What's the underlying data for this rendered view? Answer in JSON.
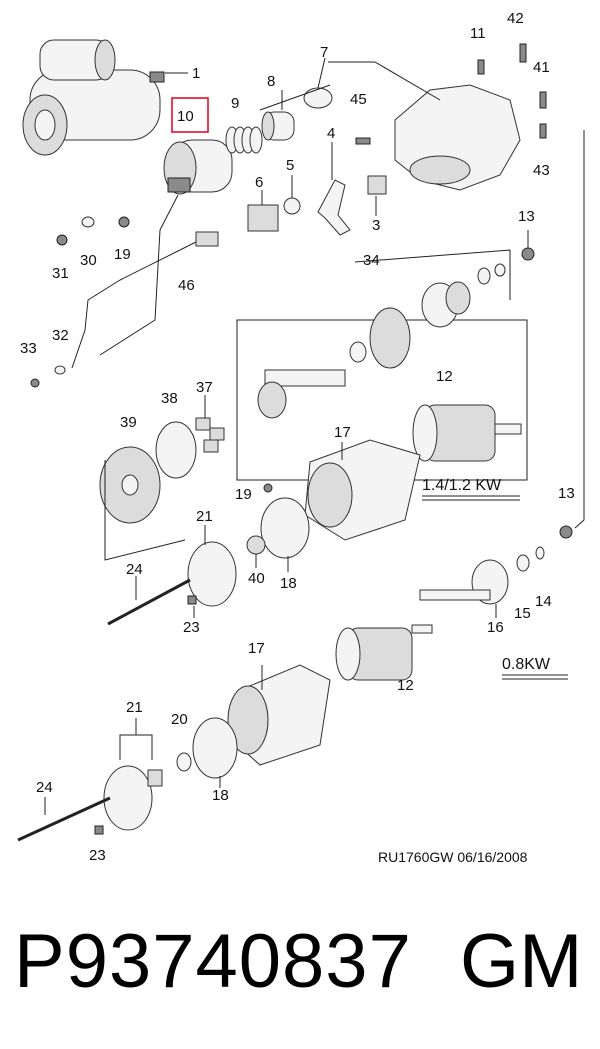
{
  "diagram": {
    "highlighted_part": "10",
    "highlight_color": "#e0001a",
    "callouts": {
      "c1": "1",
      "c3": "3",
      "c4": "4",
      "c5": "5",
      "c6": "6",
      "c7": "7",
      "c8": "8",
      "c9": "9",
      "c10": "10",
      "c11": "11",
      "c12a": "12",
      "c12b": "12",
      "c13a": "13",
      "c13b": "13",
      "c14": "14",
      "c15": "15",
      "c16": "16",
      "c17a": "17",
      "c17b": "17",
      "c18a": "18",
      "c18b": "18",
      "c19a": "19",
      "c19b": "19",
      "c20": "20",
      "c21a": "21",
      "c21b": "21",
      "c23a": "23",
      "c23b": "23",
      "c24a": "24",
      "c24b": "24",
      "c30": "30",
      "c31": "31",
      "c32": "32",
      "c33": "33",
      "c34": "34",
      "c37": "37",
      "c38": "38",
      "c39": "39",
      "c40": "40",
      "c41": "41",
      "c42": "42",
      "c43": "43",
      "c45": "45",
      "c46": "46"
    },
    "variant_high": "1.4/1.2 KW",
    "variant_low": "0.8KW",
    "reference": "RU1760GW  06/16/2008"
  },
  "footer": {
    "part_number": "P93740837",
    "brand": "GM"
  }
}
